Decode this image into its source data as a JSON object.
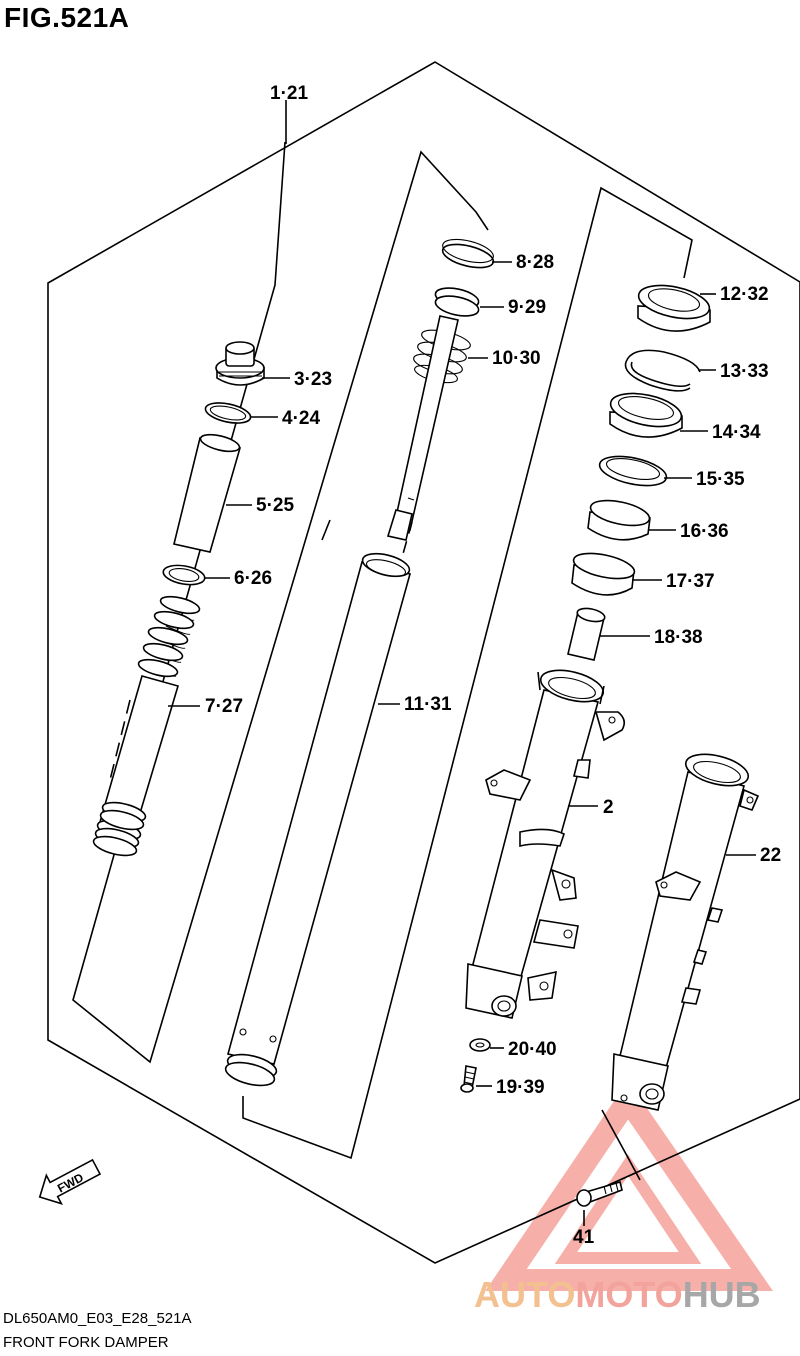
{
  "figure": {
    "title": "FIG.521A",
    "code": "DL650AM0_E03_E28_521A",
    "name": "FRONT FORK DAMPER"
  },
  "callouts": [
    {
      "id": "c1",
      "label": "1·21"
    },
    {
      "id": "c2",
      "label": "2"
    },
    {
      "id": "c3",
      "label": "3·23"
    },
    {
      "id": "c4",
      "label": "4·24"
    },
    {
      "id": "c5",
      "label": "5·25"
    },
    {
      "id": "c6",
      "label": "6·26"
    },
    {
      "id": "c7",
      "label": "7·27"
    },
    {
      "id": "c8",
      "label": "8·28"
    },
    {
      "id": "c9",
      "label": "9·29"
    },
    {
      "id": "c10",
      "label": "10·30"
    },
    {
      "id": "c11",
      "label": "11·31"
    },
    {
      "id": "c12",
      "label": "12·32"
    },
    {
      "id": "c13",
      "label": "13·33"
    },
    {
      "id": "c14",
      "label": "14·34"
    },
    {
      "id": "c15",
      "label": "15·35"
    },
    {
      "id": "c16",
      "label": "16·36"
    },
    {
      "id": "c17",
      "label": "17·37"
    },
    {
      "id": "c18",
      "label": "18·38"
    },
    {
      "id": "c19",
      "label": "19·39"
    },
    {
      "id": "c20",
      "label": "20·40"
    },
    {
      "id": "c22",
      "label": "22"
    },
    {
      "id": "c41",
      "label": "41"
    }
  ],
  "direction_marker": "FWD",
  "watermark": {
    "part1": "AUTO",
    "part2": "MOTO",
    "part3": "HUB",
    "colors": {
      "auto": "#f3c090",
      "moto": "#f2a49c",
      "hub": "#a7a7a7",
      "triangle": "#f08a80"
    }
  }
}
